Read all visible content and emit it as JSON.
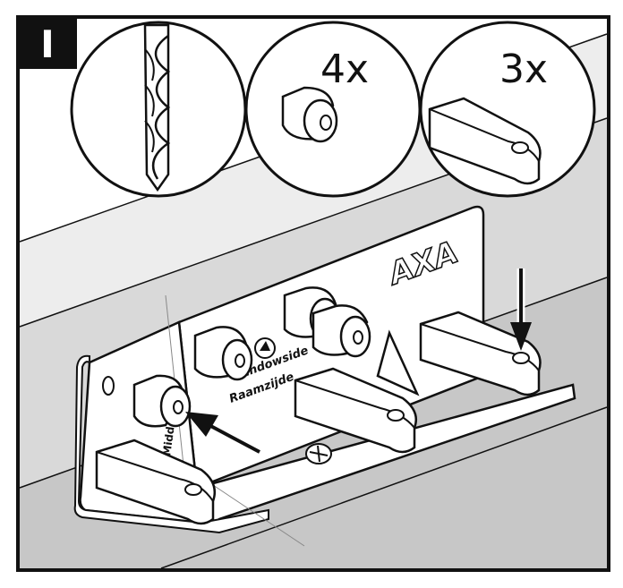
{
  "step": {
    "label": "I"
  },
  "callouts": {
    "drill": {
      "name": "drill-bit"
    },
    "pins": {
      "quantity": "4x"
    },
    "brackets": {
      "quantity": "3x"
    }
  },
  "jig": {
    "brand": "AXA",
    "label_en": "Windowside",
    "label_nl": "Raamzijde",
    "label_side": "Midden"
  },
  "colors": {
    "frame": "#1a1a1a",
    "wall_light": "#d6d6d6",
    "wall_dark": "#bdbdbd",
    "line": "#111111",
    "paper": "#ffffff"
  }
}
